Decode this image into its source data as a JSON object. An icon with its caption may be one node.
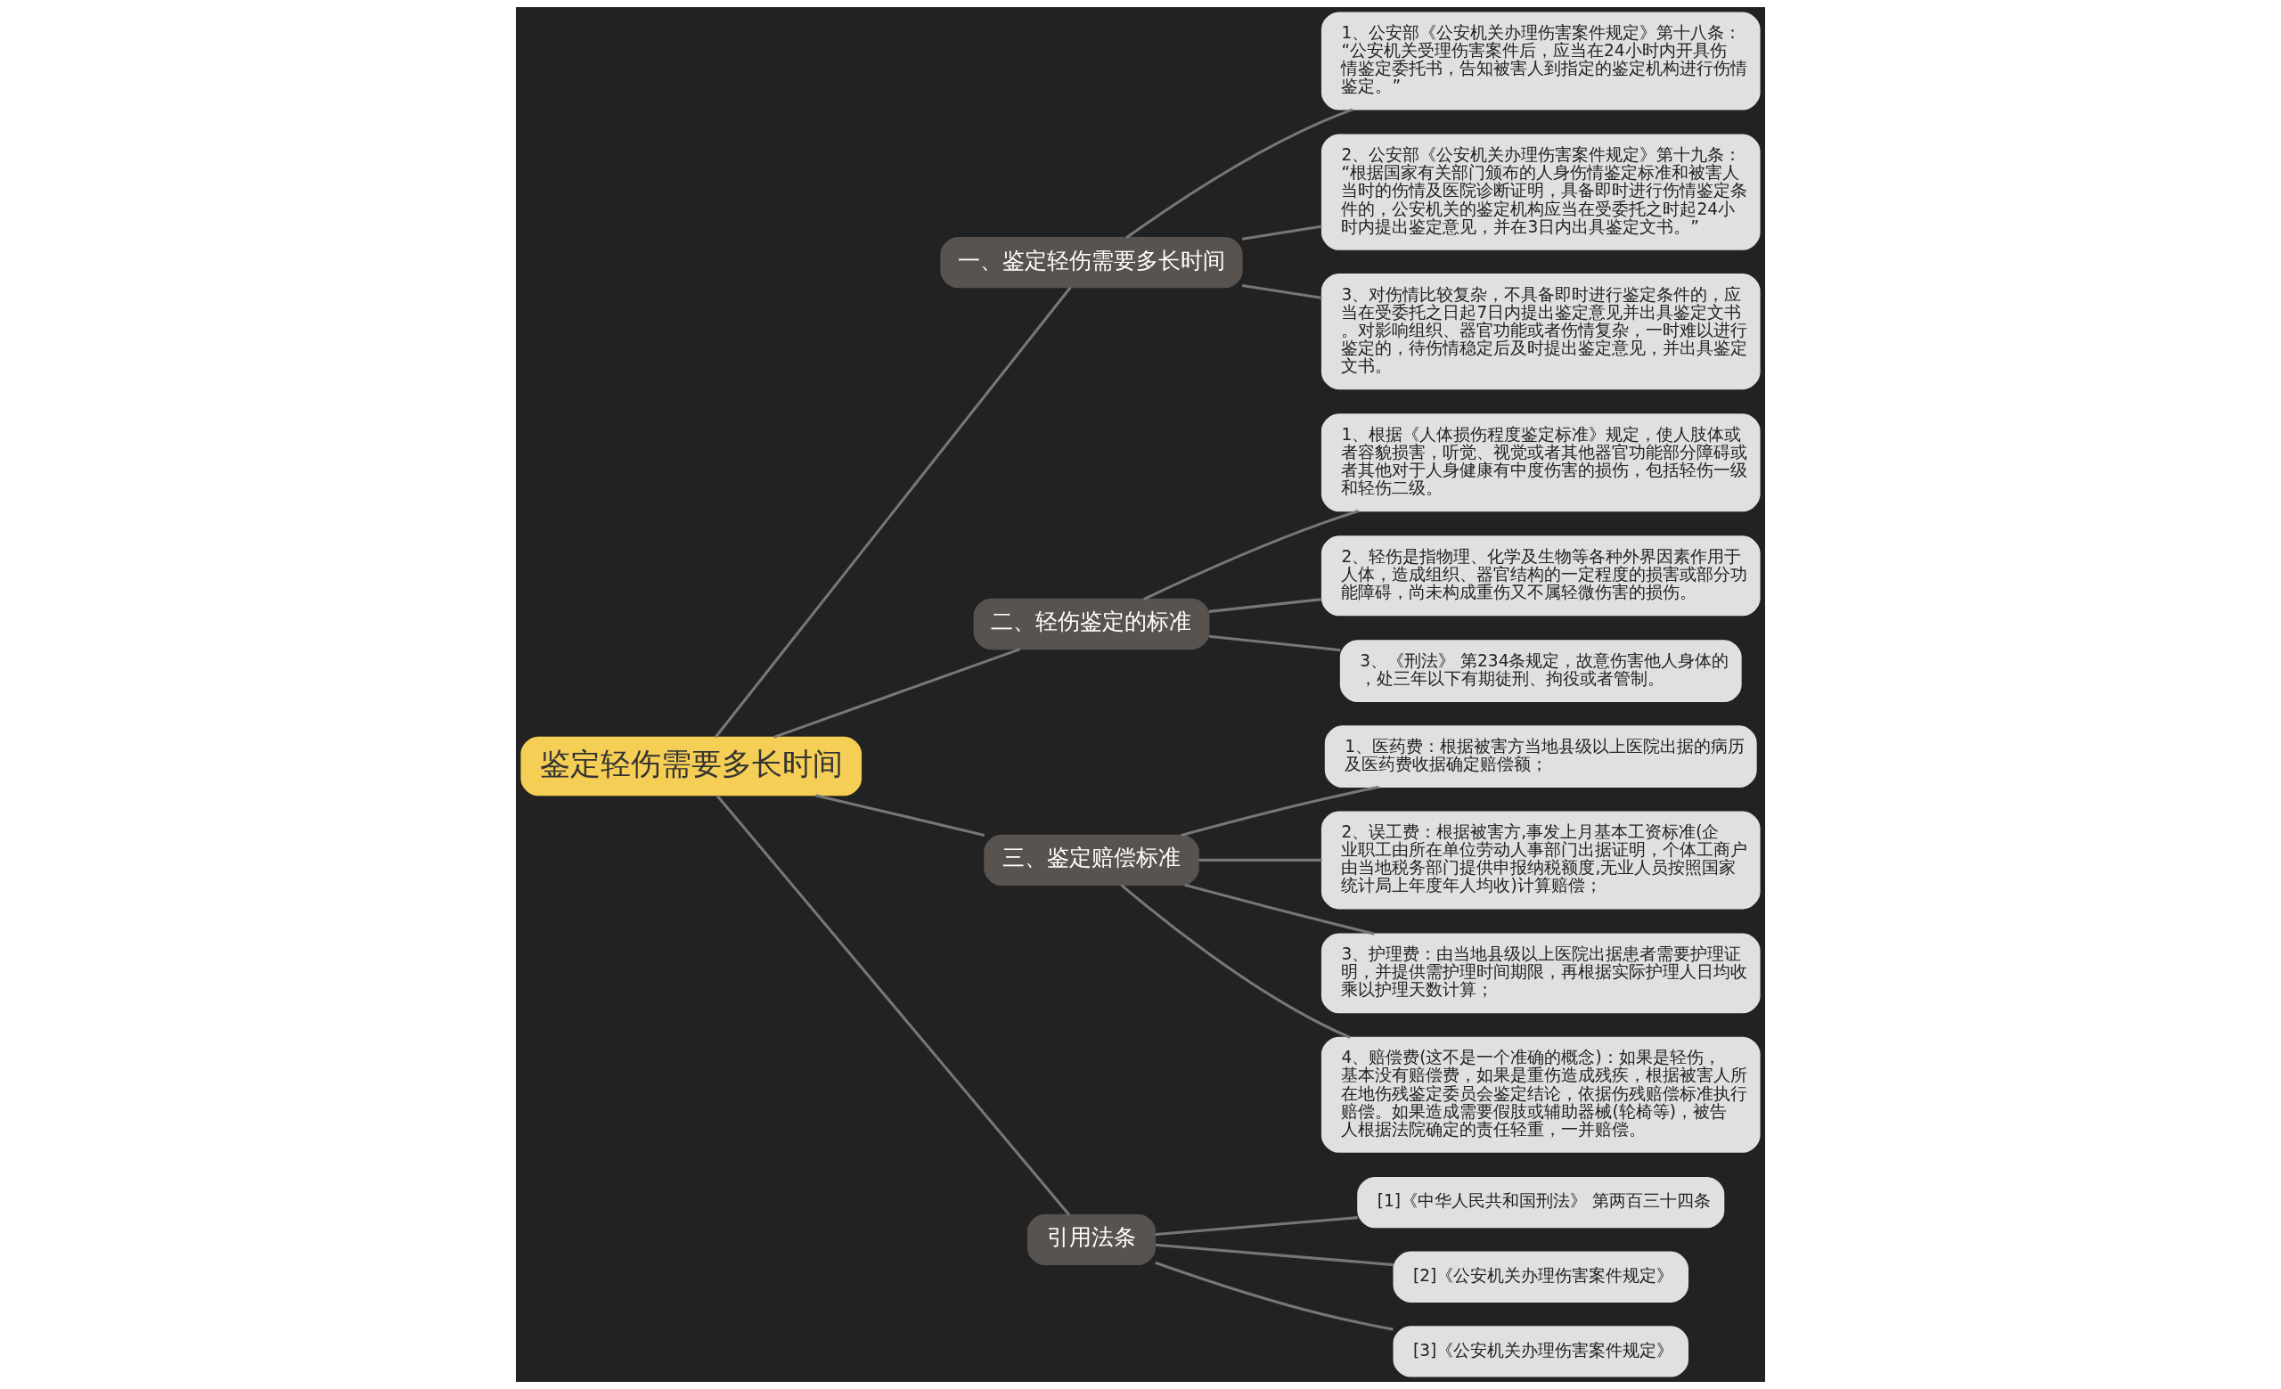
{
  "diagram": {
    "nodes": [
      {
        "text": [
          "鉴定轻伤需要多长时间"
        ]
      },
      {
        "text": [
          "一、鉴定轻伤需要多长时间"
        ]
      },
      {
        "text": [
          "1、公安部《公安机关办理伤害案件规定》第十八条：“公安机关受理伤害案件后，应当在24小时内开具伤情鉴定委托书，告知被害人到指定的鉴定机构进行伤情鉴定。”"
        ]
      },
      {
        "text": [
          "2、公安部《公安机关办理伤害案件规定》第十九条：“根据国家有关部门颁布的人身伤情鉴定标准和被害人当时的伤情及医院诊断证明，具备即时进行伤情鉴定条件的，公安机关的鉴定机构应当在受委托之时起24小时内提出鉴定意见，并在3日内出具鉴定文书。”"
        ]
      },
      {
        "text": [
          "3、对伤情比较复杂，不具备即时进行鉴定条件的，应当在受委托之日起7日内提出鉴定意见并出具鉴定文书。对影响组织、器官功能或者伤情复杂，一时难以进行鉴定的，待伤情稳定后及时提出鉴定意见，并出具鉴定文书。"
        ]
      },
      {
        "text": [
          "二、轻伤鉴定的标准"
        ]
      },
      {
        "text": [
          "1、根据《人体损伤程度鉴定标准》规定，使人肢体或者容貌损害，听觉、视觉或者其他器官功能部分障碍或者其他对于人身健康有中度伤害的损伤，包括轻伤一级和轻伤二级。"
        ]
      },
      {
        "text": [
          "2、轻伤是指物理、化学及生物等各种外界因素作用于人体，造成组织、器官结构的一定程度的损害或部分功能障碍，尚未构成重伤又不属轻微伤害的损伤。"
        ]
      },
      {
        "text": [
          "3、《刑法》 第234条规定，故意伤害他人身体的，处三年以下有期徒刑、拘役或者管制。"
        ]
      },
      {
        "text": [
          "三、鉴定赔偿标准"
        ]
      },
      {
        "text": [
          "1、医药费：根据被害方当地县级以上医院出据的病历及医药费收据确定赔偿额；"
        ]
      },
      {
        "text": [
          "2、误工费：根据被害方,事发上月基本工资标准(企业职工由所在单位劳动人事部门出据证明，个体工商户由当地税务部门提供申报纳税额度,无业人员按照国家统计局上年度年人均收)计算赔偿；"
        ]
      },
      {
        "text": [
          "3、护理费：由当地县级以上医院出据患者需要护理证明，并提供需护理时间期限，再根据实际护理人日均收乘以护理天数计算；"
        ]
      },
      {
        "text": [
          "4、赔偿费(这不是一个准确的概念)：如果是轻伤，基本没有赔偿费，如果是重伤造成残疾，根据被害人所在地伤残鉴定委员会鉴定结论，依据伤残赔偿标准执行赔偿。如果造成需要假肢或辅助器械(轮椅等)，被告人根据法院确定的责任轻重，一并赔偿。"
        ]
      },
      {
        "text": [
          "引用法条"
        ]
      },
      {
        "text": [
          "[1]《中华人民共和国刑法》 第两百三十四条"
        ]
      },
      {
        "text": [
          "[2]《公安机关办理伤害案件规定》"
        ]
      },
      {
        "text": [
          "[3]《公安机关办理伤害案件规定》"
        ]
      }
    ],
    "edges": [
      {
        "from": 0,
        "to": 1,
        "arrow": "none"
      },
      {
        "from": 1,
        "to": 2,
        "arrow": "none"
      },
      {
        "from": 1,
        "to": 3,
        "arrow": "none"
      },
      {
        "from": 1,
        "to": 4,
        "arrow": "none"
      },
      {
        "from": 0,
        "to": 5,
        "arrow": "none"
      },
      {
        "from": 5,
        "to": 6,
        "arrow": "none"
      },
      {
        "from": 5,
        "to": 7,
        "arrow": "none"
      },
      {
        "from": 5,
        "to": 8,
        "arrow": "none"
      },
      {
        "from": 0,
        "to": 9,
        "arrow": "none"
      },
      {
        "from": 9,
        "to": 10,
        "arrow": "none"
      },
      {
        "from": 9,
        "to": 11,
        "arrow": "none"
      },
      {
        "from": 9,
        "to": 12,
        "arrow": "none"
      },
      {
        "from": 9,
        "to": 13,
        "arrow": "none"
      },
      {
        "from": 0,
        "to": 14,
        "arrow": "none"
      },
      {
        "from": 14,
        "to": 15,
        "arrow": "none"
      },
      {
        "from": 14,
        "to": 16,
        "arrow": "none"
      },
      {
        "from": 14,
        "to": 17,
        "arrow": "none"
      }
    ]
  }
}
